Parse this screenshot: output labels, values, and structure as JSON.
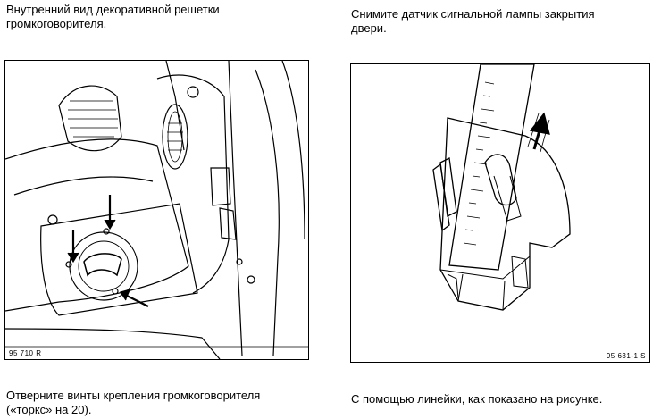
{
  "left": {
    "caption_top": "Внутренний вид декоративной решетки\nгромкоговорителя.",
    "figure_code": "95 710 R",
    "caption_bottom": "Отверните винты крепления громкоговорителя\n(«торкс» на 20)."
  },
  "right": {
    "caption_top": "Снимите датчик сигнальной лампы закрытия\nдвери.",
    "figure_code": "95 631-1 S",
    "caption_bottom": "С помощью линейки, как показано на рисунке."
  },
  "colors": {
    "ink": "#000000",
    "paper": "#ffffff"
  }
}
